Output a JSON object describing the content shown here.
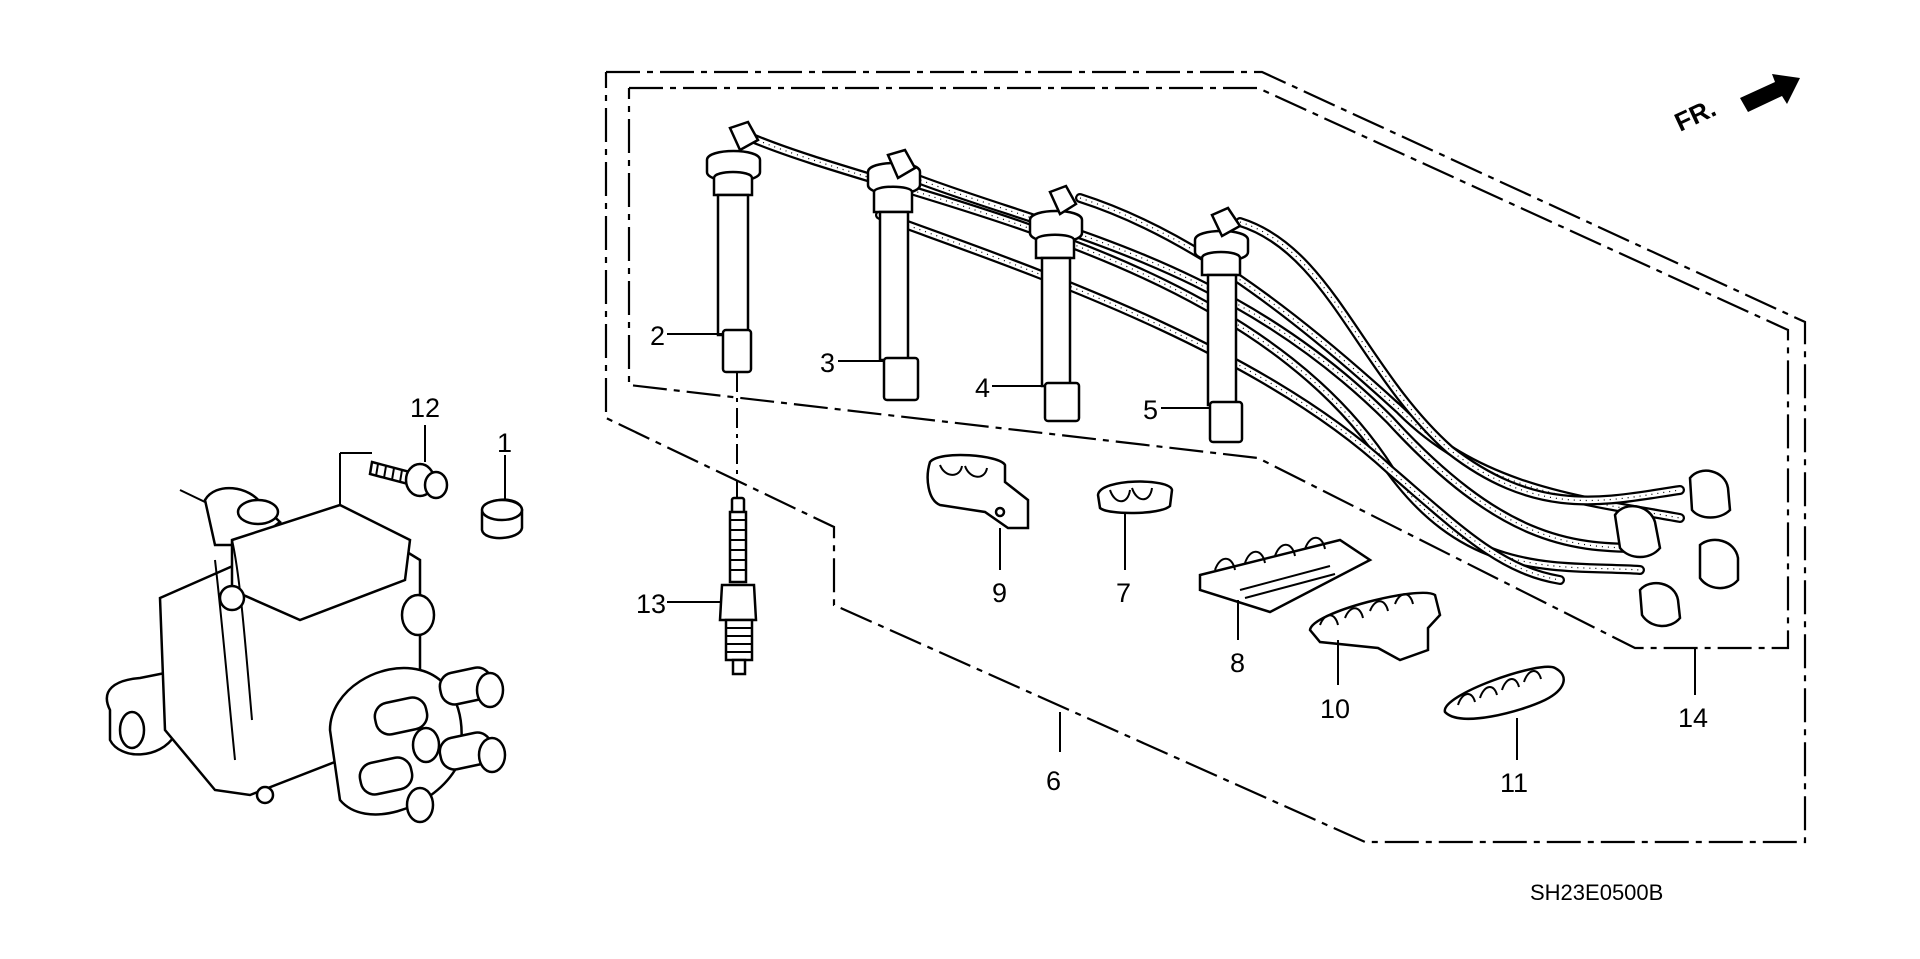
{
  "diagram": {
    "code": "SH23E0500B",
    "direction_label": "FR.",
    "parts": {
      "p1": "1",
      "p2": "2",
      "p3": "3",
      "p4": "4",
      "p5": "5",
      "p6": "6",
      "p7": "7",
      "p8": "8",
      "p9": "9",
      "p10": "10",
      "p11": "11",
      "p12": "12",
      "p13": "13",
      "p14": "14"
    },
    "line_color": "#000000",
    "background": "#ffffff",
    "icons": [
      "front-direction-arrow-icon"
    ]
  }
}
